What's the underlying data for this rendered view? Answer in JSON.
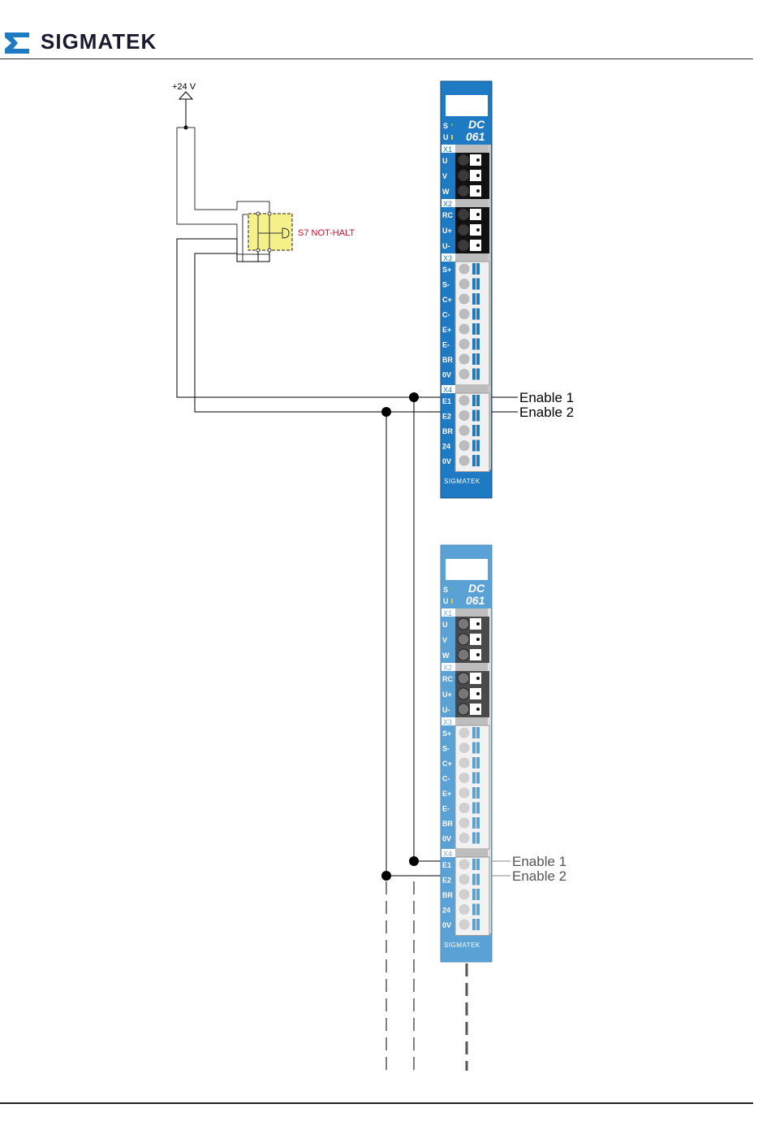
{
  "header": {
    "brand": "SIGMATEK",
    "logo_icon": "sigmatek-sigma-logo"
  },
  "supply": {
    "label": "+24 V",
    "symbol": "supply-arrow-icon"
  },
  "switch": {
    "label": "S7 NOT-HALT",
    "label_color": "#c0102a",
    "fill": "#f5f08a"
  },
  "colors": {
    "module_blue_active": "#1f7ac4",
    "module_blue_faded": "#5aa2d6",
    "wire": "#000000"
  },
  "modules": [
    {
      "name": "DC 061",
      "title_line1": "DC",
      "title_line2": "061",
      "status_leds": [
        "S",
        "U"
      ],
      "footer_brand": "SIGMATEK",
      "state": "active",
      "connectors": [
        {
          "id": "X1",
          "pins": [
            "U",
            "V",
            "W"
          ]
        },
        {
          "id": "X2",
          "pins": [
            "RC",
            "U+",
            "U-"
          ]
        },
        {
          "id": "X3",
          "pins": [
            "S+",
            "S-",
            "C+",
            "C-",
            "E+",
            "E-",
            "BR",
            "0V"
          ]
        },
        {
          "id": "X4",
          "pins": [
            "E1",
            "E2",
            "BR",
            "24",
            "0V"
          ]
        }
      ],
      "signals": [
        "Enable 1",
        "Enable 2"
      ]
    },
    {
      "name": "DC 061",
      "title_line1": "DC",
      "title_line2": "061",
      "status_leds": [
        "S",
        "U"
      ],
      "footer_brand": "SIGMATEK",
      "state": "faded",
      "connectors": [
        {
          "id": "X1",
          "pins": [
            "U",
            "V",
            "W"
          ]
        },
        {
          "id": "X2",
          "pins": [
            "RC",
            "U+",
            "U-"
          ]
        },
        {
          "id": "X3",
          "pins": [
            "S+",
            "S-",
            "C+",
            "C-",
            "E+",
            "E-",
            "BR",
            "0V"
          ]
        },
        {
          "id": "X4",
          "pins": [
            "E1",
            "E2",
            "BR",
            "24",
            "0V"
          ]
        }
      ],
      "signals": [
        "Enable 1",
        "Enable 2"
      ]
    }
  ]
}
